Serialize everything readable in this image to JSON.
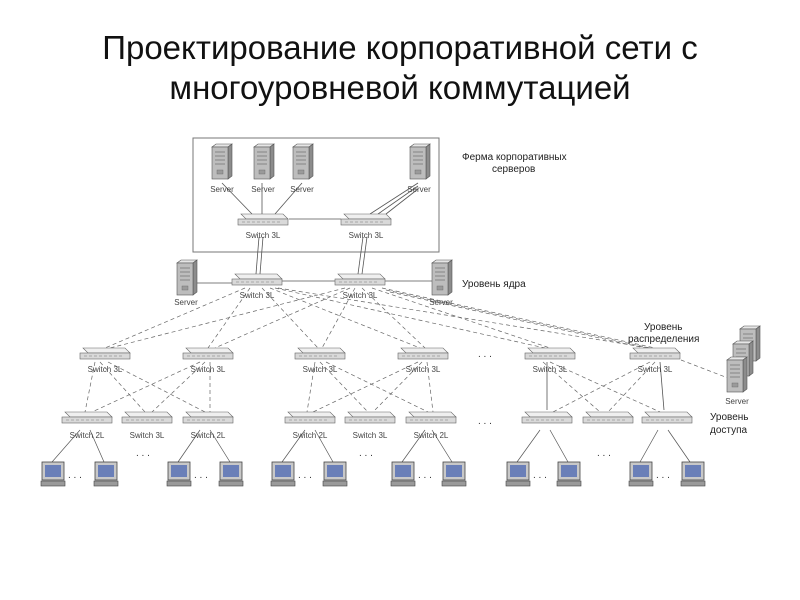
{
  "title": {
    "line1": "Проектирование корпоративной сети с",
    "line2": "многоуровневой коммутацией"
  },
  "labels": {
    "server": "Server",
    "switch_3l": "Switch 3L",
    "switch_2l": "Switch 2L",
    "ellipsis": ". . .",
    "small_ellipsis": ". . ."
  },
  "annotations": {
    "server_farm": [
      "Ферма корпоративных",
      "серверов"
    ],
    "core_level": "Уровень ядра",
    "distribution_level": [
      "Уровень",
      "распределения"
    ],
    "access_level": [
      "Уровень",
      "доступа"
    ]
  },
  "colors": {
    "line": "#555555",
    "switch_body": "#d9d9d9",
    "server_body": "#bdbdbd",
    "monitor_screen": "#6a7fb8"
  }
}
